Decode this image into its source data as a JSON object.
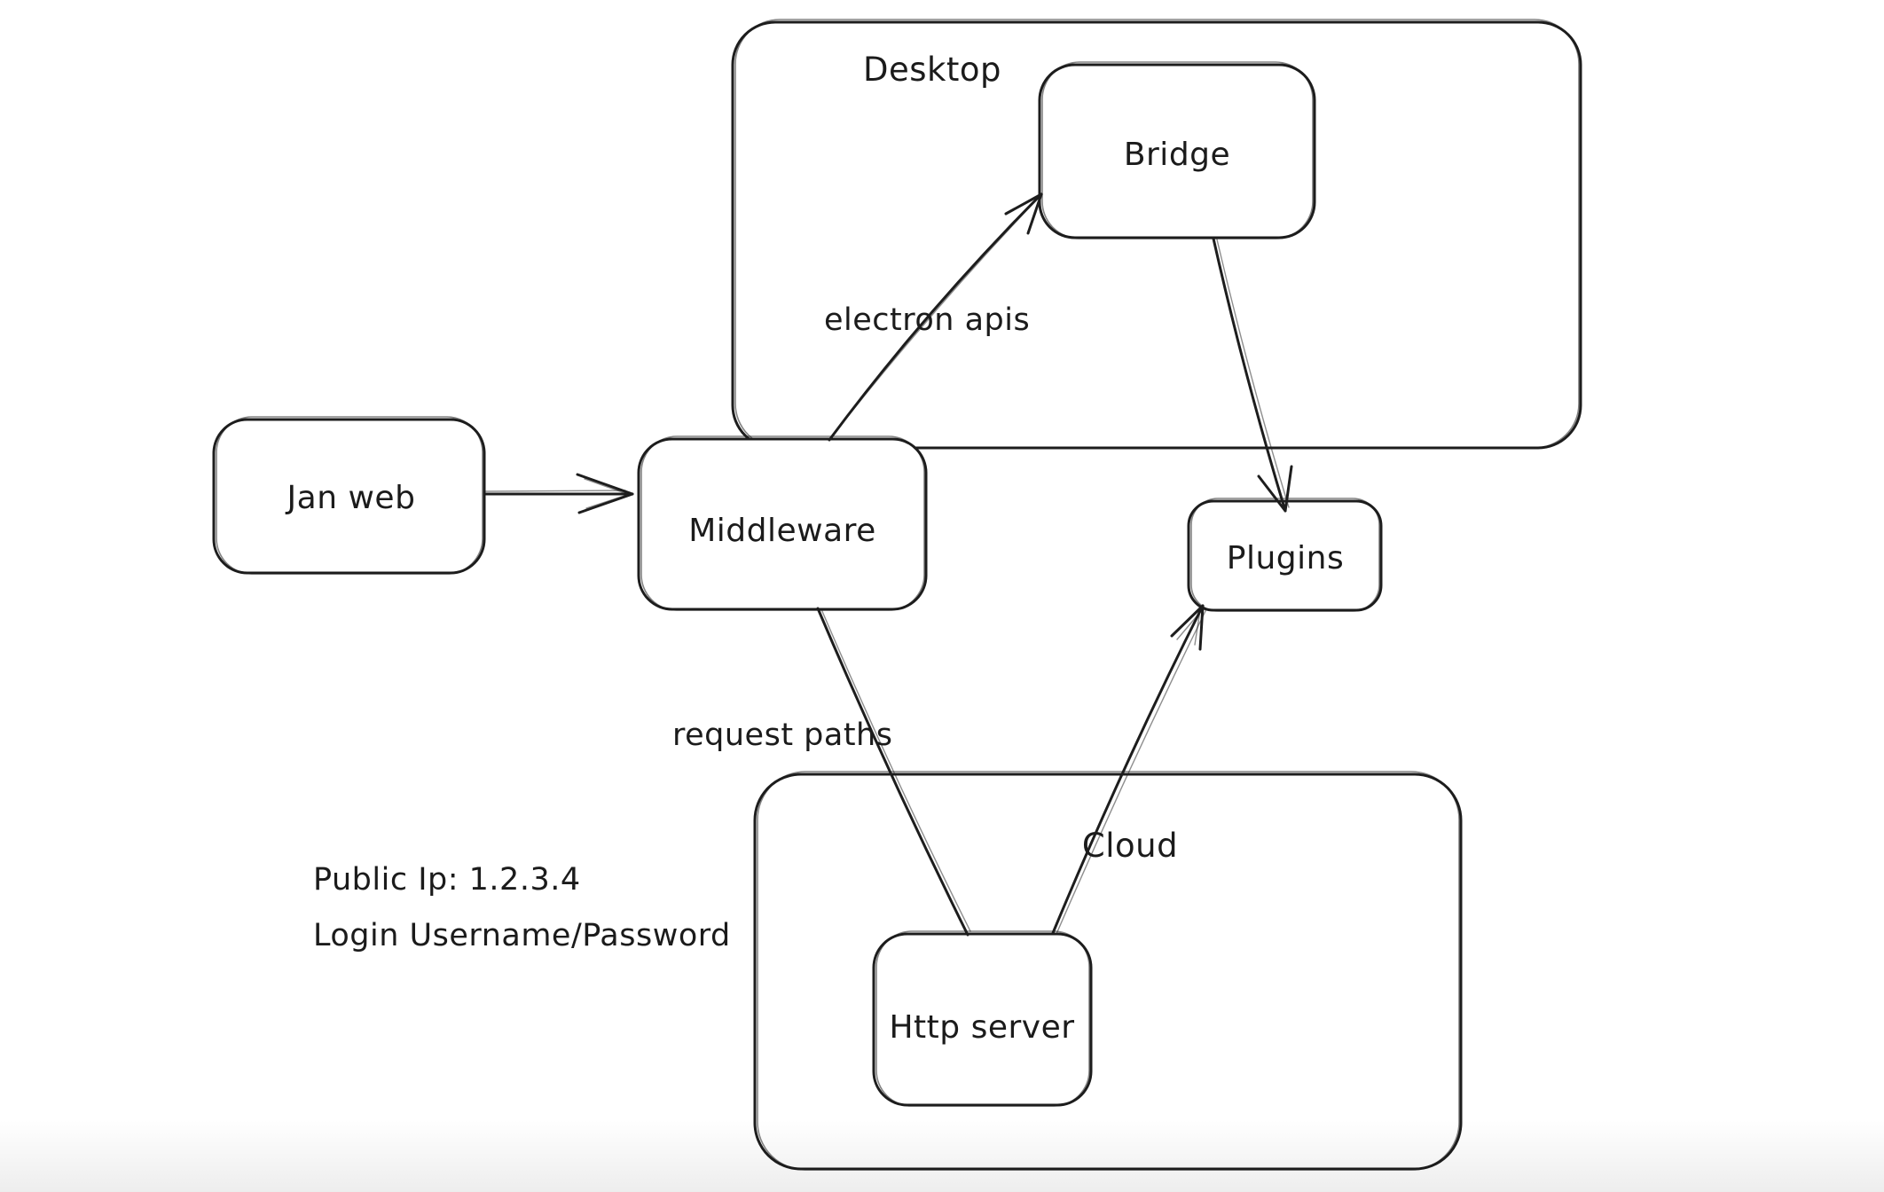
{
  "canvas": {
    "background": "#ffffff",
    "stroke_color": "#1d1d1d",
    "text_color": "#1b1b1b"
  },
  "containers": [
    {
      "id": "desktop",
      "label": "Desktop"
    },
    {
      "id": "cloud",
      "label": "Cloud"
    }
  ],
  "nodes": [
    {
      "id": "jan-web",
      "label": "Jan web"
    },
    {
      "id": "middleware",
      "label": "Middleware"
    },
    {
      "id": "bridge",
      "label": "Bridge"
    },
    {
      "id": "plugins",
      "label": "Plugins"
    },
    {
      "id": "http-server",
      "label": "Http server"
    }
  ],
  "edges": [
    {
      "id": "janweb-to-middleware",
      "from": "jan-web",
      "to": "middleware",
      "label": ""
    },
    {
      "id": "middleware-to-bridge",
      "from": "middleware",
      "to": "bridge",
      "label": "electron apis"
    },
    {
      "id": "bridge-to-plugins",
      "from": "bridge",
      "to": "plugins",
      "label": ""
    },
    {
      "id": "middleware-to-httpserver",
      "from": "middleware",
      "to": "http-server",
      "label": "request paths"
    },
    {
      "id": "httpserver-to-plugins",
      "from": "http-server",
      "to": "plugins",
      "label": ""
    }
  ],
  "annotations": {
    "public_ip": "Public Ip: 1.2.3.4",
    "login": "Login Username/Password"
  }
}
